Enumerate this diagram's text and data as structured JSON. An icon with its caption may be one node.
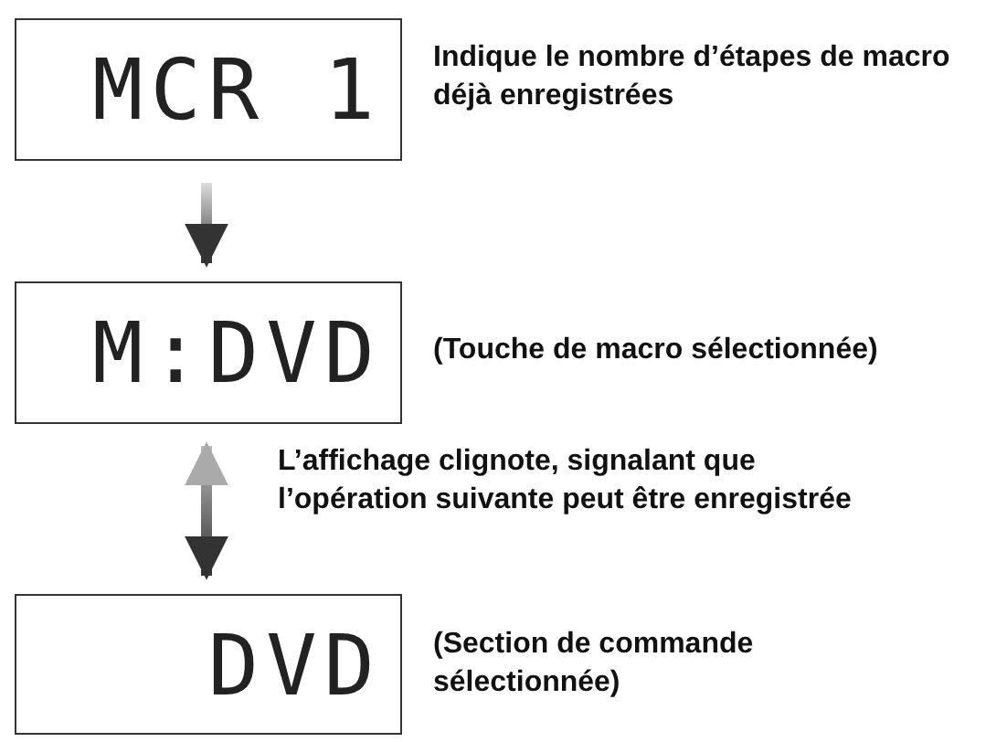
{
  "diagram": {
    "nodes": [
      {
        "text": [
          "MCR 1"
        ],
        "beside": [
          "Indique le nombre d’étapes de macro déjà enregistrées"
        ]
      },
      {
        "text": [
          "M:DVD"
        ],
        "beside": [
          "(Touche de macro sélectionnée)"
        ]
      },
      {
        "text": [
          "DVD"
        ],
        "beside": [
          "(Section de commande sélectionnée)"
        ]
      }
    ],
    "edges": [
      {
        "from": 0,
        "to": 1,
        "arrow": "to"
      },
      {
        "from": 1,
        "to": 2,
        "arrow": "both",
        "label": "L’affichage clignote, signalant que l’opération suivante peut être enregistrée"
      }
    ]
  }
}
